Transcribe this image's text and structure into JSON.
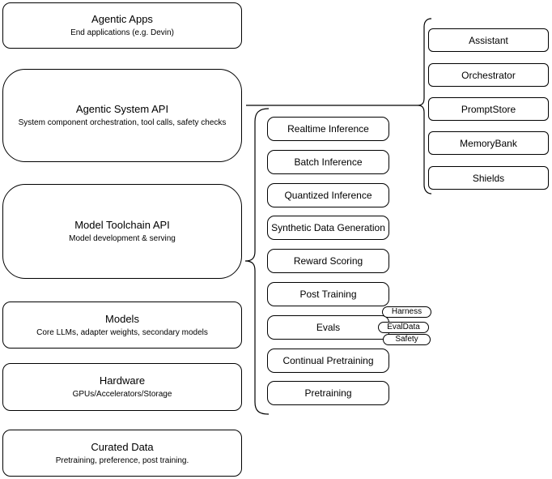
{
  "diagram": {
    "left_stack": [
      {
        "title": "Agentic Apps",
        "subtitle": "End applications (e.g. Devin)"
      },
      {
        "title": "Agentic System API",
        "subtitle": "System component orchestration, tool calls, safety checks"
      },
      {
        "title": "Model Toolchain API",
        "subtitle": "Model development & serving"
      },
      {
        "title": "Models",
        "subtitle": "Core LLMs, adapter weights, secondary models"
      },
      {
        "title": "Hardware",
        "subtitle": "GPUs/Accelerators/Storage"
      },
      {
        "title": "Curated Data",
        "subtitle": "Pretraining, preference, post training."
      }
    ],
    "toolchain_items": [
      "Realtime Inference",
      "Batch Inference",
      "Quantized Inference",
      "Synthetic Data Generation",
      "Reward Scoring",
      "Post Training",
      "Evals",
      "Continual Pretraining",
      "Pretraining"
    ],
    "eval_tags": [
      "Harness",
      "EvalData",
      "Safety"
    ],
    "system_components": [
      "Assistant",
      "Orchestrator",
      "PromptStore",
      "MemoryBank",
      "Shields"
    ]
  },
  "colors": {
    "stroke": "#000000",
    "fill": "#ffffff",
    "text": "#000000"
  }
}
